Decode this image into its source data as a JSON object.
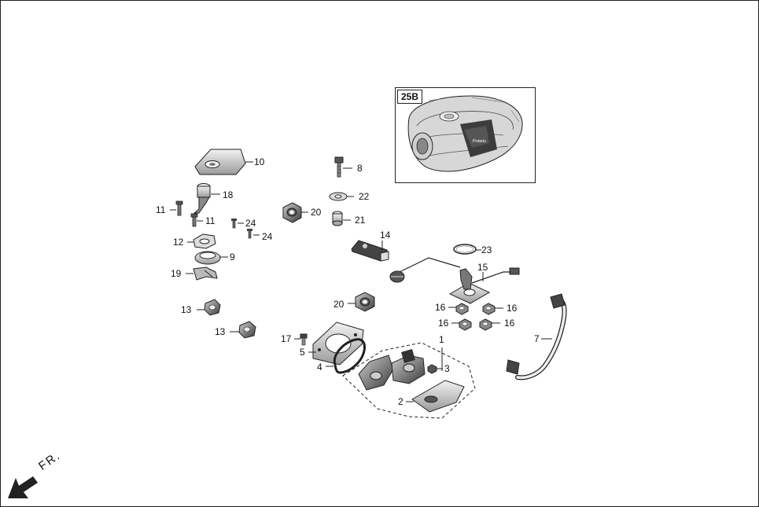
{
  "diagram": {
    "inset": {
      "label": "25B",
      "stamp_text": "Polaris"
    },
    "front_indicator": {
      "label": "FR.",
      "icon": "front-direction-arrow-icon"
    },
    "callouts": [
      {
        "id": "10",
        "text": "10"
      },
      {
        "id": "18",
        "text": "18"
      },
      {
        "id": "11a",
        "text": "11"
      },
      {
        "id": "11b",
        "text": "11"
      },
      {
        "id": "24a",
        "text": "24"
      },
      {
        "id": "24b",
        "text": "24"
      },
      {
        "id": "12",
        "text": "12"
      },
      {
        "id": "9",
        "text": "9"
      },
      {
        "id": "19",
        "text": "19"
      },
      {
        "id": "13a",
        "text": "13"
      },
      {
        "id": "13b",
        "text": "13"
      },
      {
        "id": "8",
        "text": "8"
      },
      {
        "id": "22",
        "text": "22"
      },
      {
        "id": "20a",
        "text": "20"
      },
      {
        "id": "21",
        "text": "21"
      },
      {
        "id": "14",
        "text": "14"
      },
      {
        "id": "23",
        "text": "23"
      },
      {
        "id": "15",
        "text": "15"
      },
      {
        "id": "20b",
        "text": "20"
      },
      {
        "id": "16a",
        "text": "16"
      },
      {
        "id": "16b",
        "text": "16"
      },
      {
        "id": "16c",
        "text": "16"
      },
      {
        "id": "16d",
        "text": "16"
      },
      {
        "id": "7",
        "text": "7"
      },
      {
        "id": "17",
        "text": "17"
      },
      {
        "id": "5",
        "text": "5"
      },
      {
        "id": "4",
        "text": "4"
      },
      {
        "id": "1",
        "text": "1"
      },
      {
        "id": "3",
        "text": "3"
      },
      {
        "id": "2",
        "text": "2"
      }
    ]
  }
}
